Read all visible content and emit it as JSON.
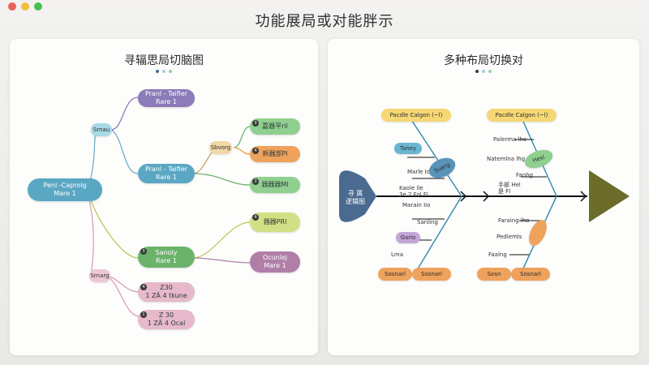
{
  "page": {
    "title": "功能展局或对能胖示"
  },
  "colors": {
    "purple": "#8b7bb8",
    "blue": "#5aa7c4",
    "green": "#6bb36b",
    "orange": "#e89a4c",
    "olive": "#b8c95a",
    "pink": "#d9a1b8",
    "mauve": "#b07fa8",
    "navy": "#4a6a8f",
    "darkolive": "#6b6b2a"
  },
  "mindmap": {
    "title": "寻辐思局切脑图",
    "root": {
      "label": "Penl -Caprolg\nMare 1"
    },
    "branch_labels": {
      "upper": "Srnau",
      "lower": "Srnarg",
      "mid": "Sbvorg"
    },
    "nodes": {
      "n1": "Pranl - Taifier\nRare 1",
      "n2": "Pranl - Taifier\nRare 1",
      "n3": "Sanoly\nRare 1",
      "n4": "Ocunlej\nMare 1",
      "c1": "嘉器平ril",
      "c2": "新器部Pl",
      "c3": "器器器Ml",
      "c4": "器器PRl",
      "p1": "Z30\n1 ZÂ 4 tkune",
      "p2": "Z 30\n1 ZÂ 4 Ocal"
    },
    "badges": {
      "c1": "3",
      "c2": "4",
      "c3": "3",
      "c4": "4",
      "n3": "3",
      "p1": "4",
      "p2": "1"
    }
  },
  "fishbone": {
    "title": "多种布局切换对",
    "head": "寻 属\n逻辑图",
    "top_pills": [
      "Pacdle Calgon (~l)",
      "Pacdle Calgon (~l)"
    ],
    "bottom_pills": [
      "Sosnarl",
      "Sosnarl",
      "Sosn",
      "Sosnarl"
    ],
    "left_labels": [
      "Taney",
      "Marle Io",
      "Kaole lle\n3e 2 Fol Fl",
      "Marain Iio",
      "Sanling",
      "Gario",
      "Lma"
    ],
    "right_labels": [
      "Palerma lho",
      "Natemlna lhg",
      "Fanhg",
      "手部 Hel\n是 Fl",
      "Faraing lho",
      "Pedlemls",
      "Faalng"
    ],
    "oval_labels": [
      "Suerg",
      "Hesl"
    ]
  }
}
